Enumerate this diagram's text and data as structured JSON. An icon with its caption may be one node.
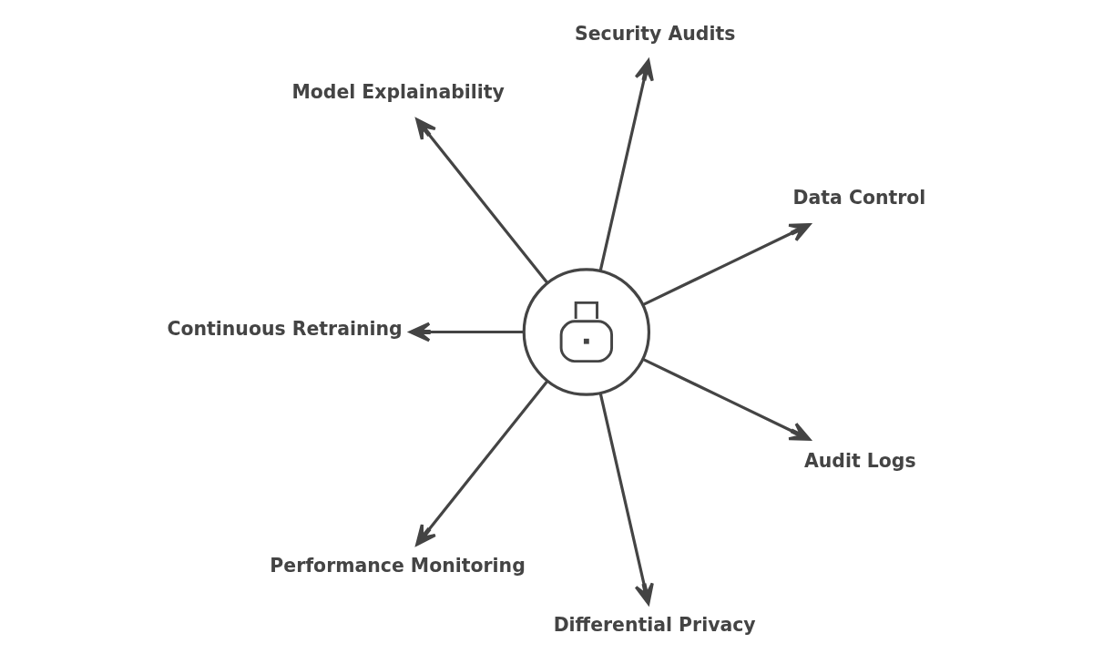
{
  "diagram": {
    "nodes": [
      {
        "text": [],
        "shape": "picture"
      },
      {
        "text": [
          "Data Control"
        ]
      },
      {
        "text": [
          "Security Audits"
        ]
      },
      {
        "text": [
          "Model Explainability"
        ]
      },
      {
        "text": [
          "Continuous Retraining"
        ]
      },
      {
        "text": [
          "Performance Monitoring"
        ]
      },
      {
        "text": [
          "Differential Privacy"
        ]
      },
      {
        "text": [
          "Audit Logs"
        ]
      }
    ],
    "edges": [
      {
        "from": 0,
        "to": 1,
        "arrow": "to"
      },
      {
        "from": 0,
        "to": 2,
        "arrow": "to"
      },
      {
        "from": 0,
        "to": 3,
        "arrow": "to"
      },
      {
        "from": 0,
        "to": 4,
        "arrow": "to"
      },
      {
        "from": 0,
        "to": 5,
        "arrow": "to"
      },
      {
        "from": 0,
        "to": 6,
        "arrow": "to"
      },
      {
        "from": 0,
        "to": 7,
        "arrow": "to"
      }
    ]
  }
}
